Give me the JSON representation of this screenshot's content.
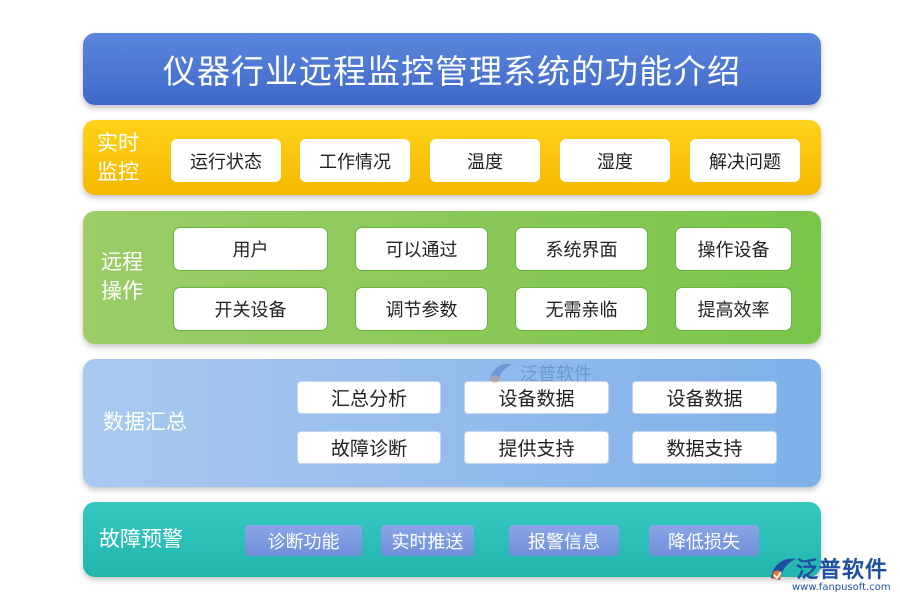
{
  "title": "仪器行业远程监控管理系统的功能介绍",
  "sections": {
    "monitor": {
      "label": "实时\n监控",
      "items": [
        "运行状态",
        "工作情况",
        "温度",
        "湿度",
        "解决问题"
      ]
    },
    "remote": {
      "label": "远程\n操作",
      "items": [
        "用户",
        "可以通过",
        "系统界面",
        "操作设备",
        "开关设备",
        "调节参数",
        "无需亲临",
        "提高效率"
      ]
    },
    "data": {
      "label": "数据汇总",
      "items": [
        "汇总分析",
        "设备数据",
        "设备数据",
        "故障诊断",
        "提供支持",
        "数据支持"
      ]
    },
    "fault": {
      "label": "故障预警",
      "items": [
        "诊断功能",
        "实时推送",
        "报警信息",
        "降低损失"
      ]
    }
  },
  "watermark": {
    "text": "泛普软件",
    "icon": "fanpu-logo-icon"
  },
  "brand": {
    "name": "泛普软件",
    "url": "www.fanpusoft.com",
    "icon": "fanpu-logo-icon"
  },
  "colors": {
    "title": "#4a74d2",
    "monitor": "#fcc10d",
    "remote": "#86c957",
    "data": "#93bdec",
    "fault": "#2bbfb8",
    "chip_fault": "#7d9ae0"
  }
}
